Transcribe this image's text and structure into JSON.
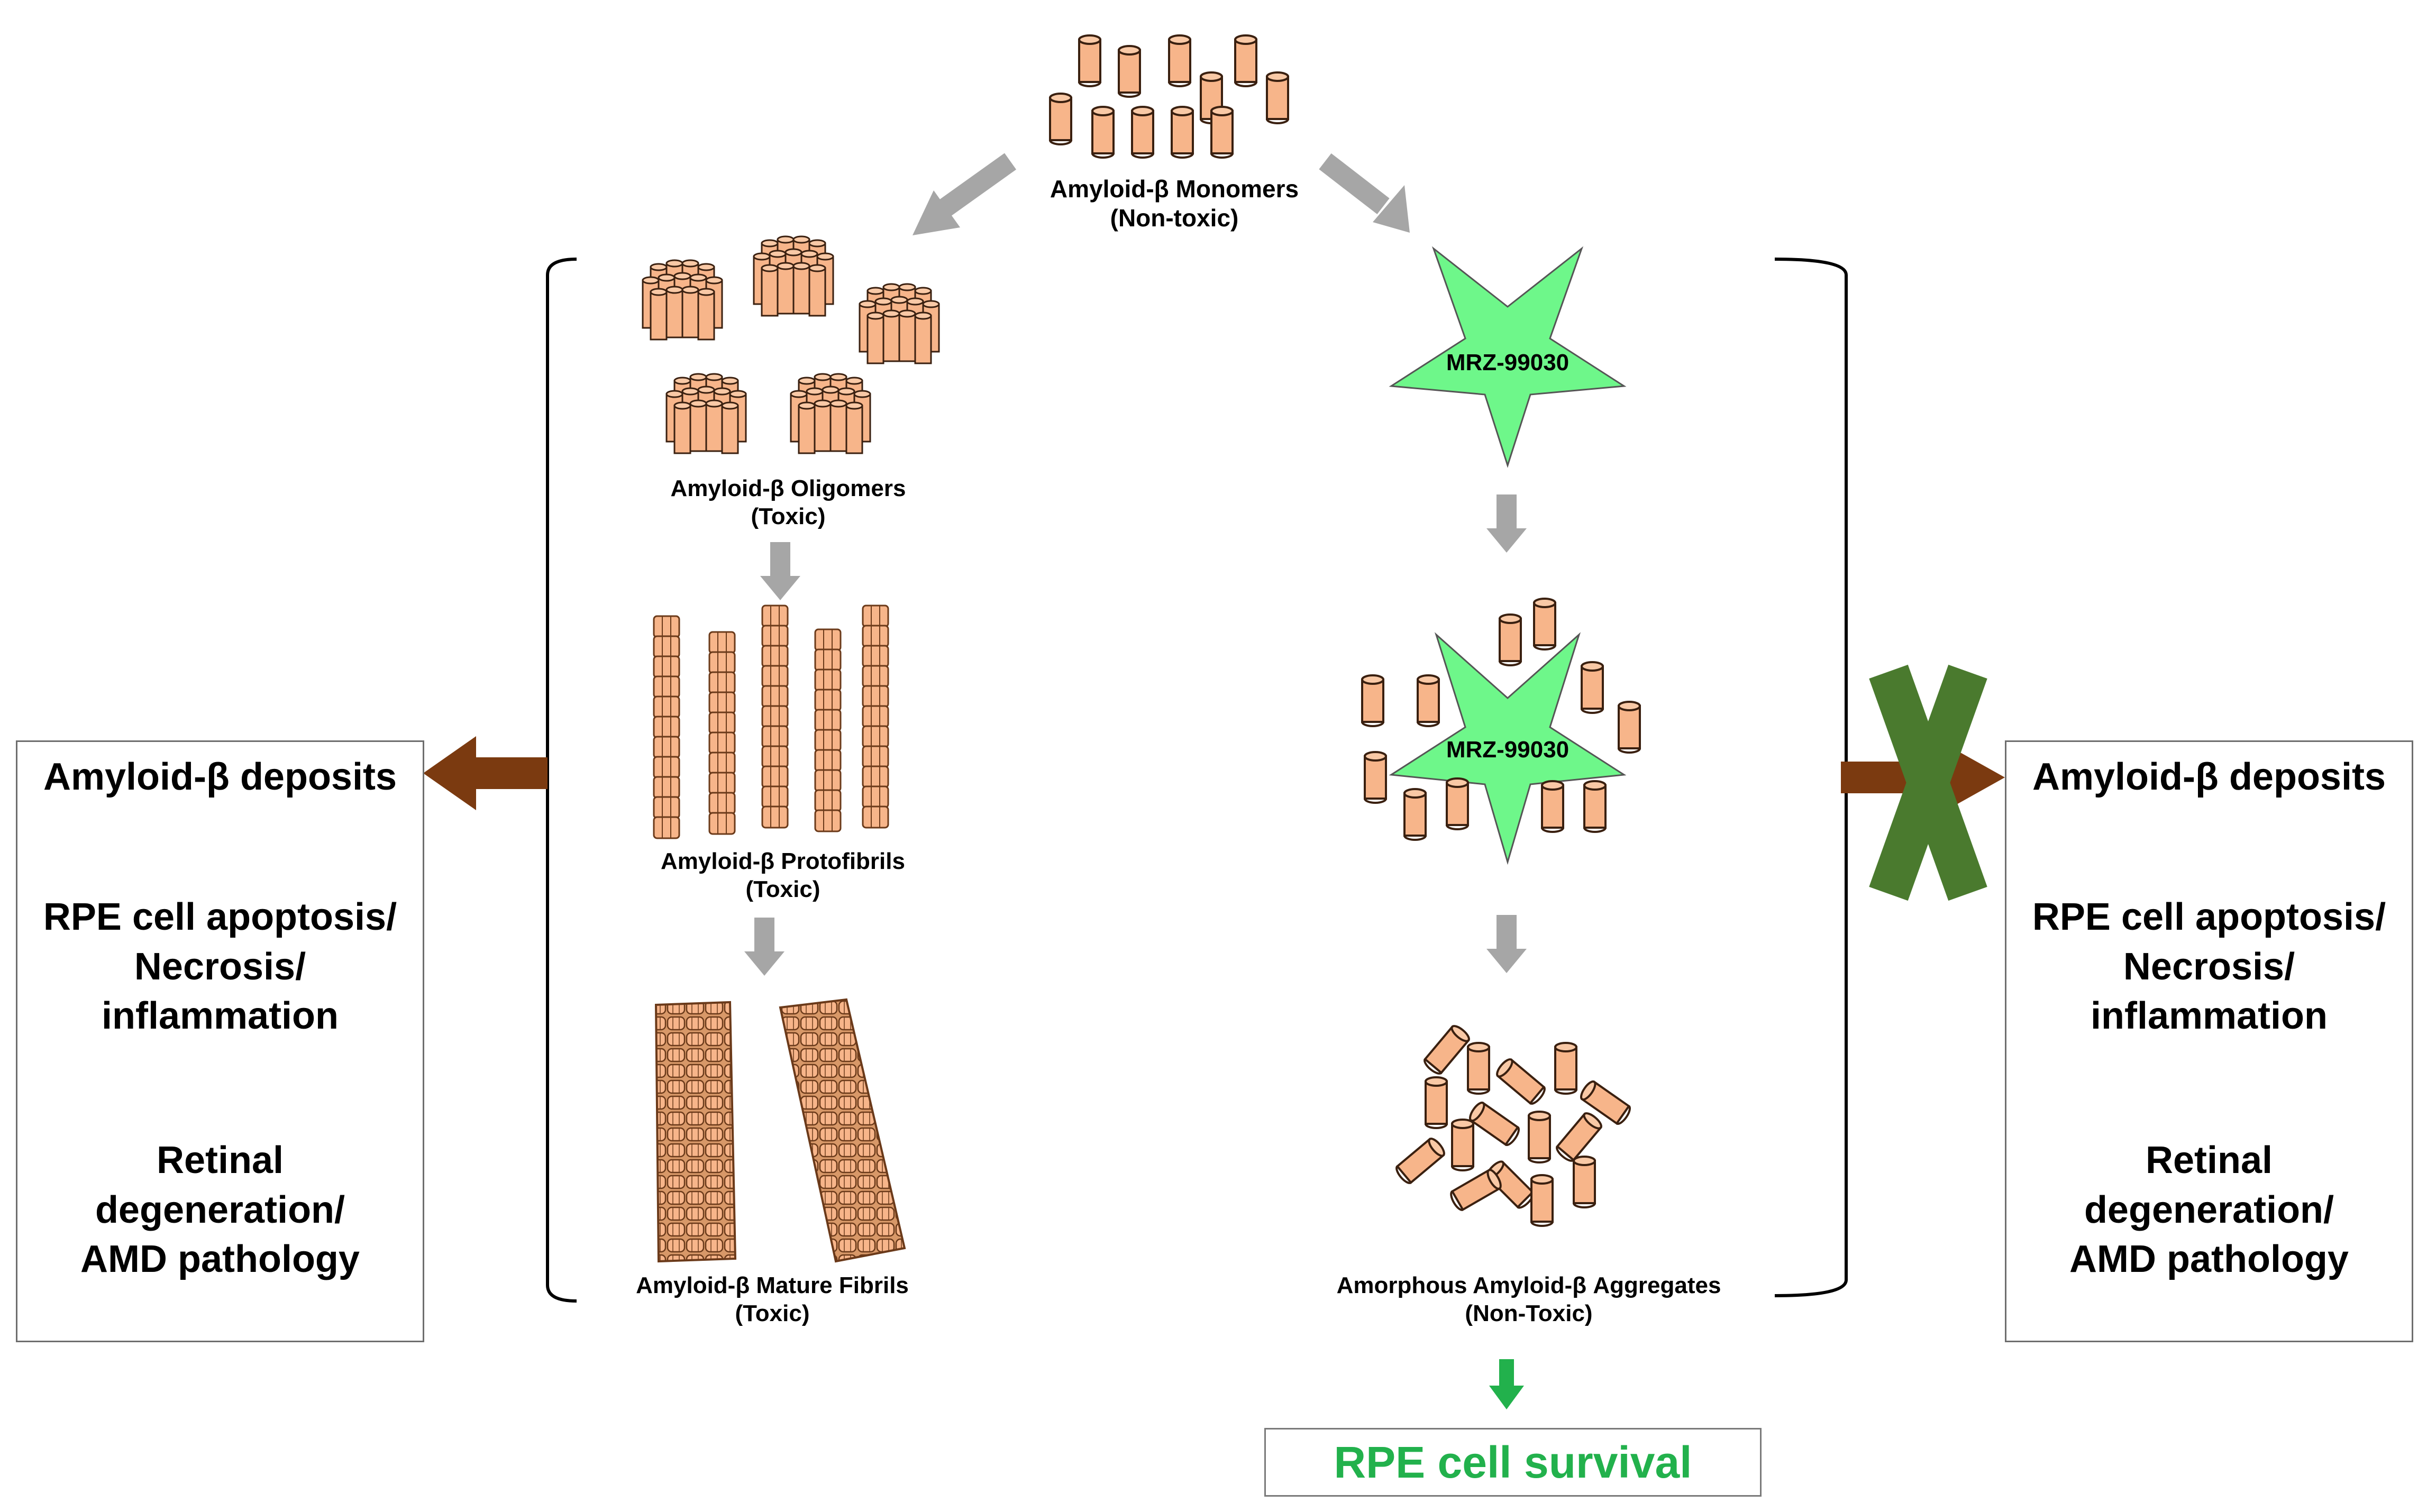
{
  "monomers": {
    "line1": "Amyloid-β Monomers",
    "line2": "(Non-toxic)"
  },
  "oligomers": {
    "line1": "Amyloid-β Oligomers",
    "line2": "(Toxic)"
  },
  "protofibrils": {
    "line1": "Amyloid-β Protofibrils",
    "line2": "(Toxic)"
  },
  "mature_fibrils": {
    "line1": "Amyloid-β Mature Fibrils",
    "line2": "(Toxic)"
  },
  "amorphous": {
    "line1": "Amorphous Amyloid-β Aggregates",
    "line2": "(Non-Toxic)"
  },
  "drug": {
    "name": "MRZ-99030"
  },
  "left_box": {
    "step1": "Amyloid-β deposits",
    "step2_l1": "RPE cell apoptosis/",
    "step2_l2": "Necrosis/",
    "step2_l3": "inflammation",
    "step3_l1": "Retinal",
    "step3_l2": "degeneration/",
    "step3_l3": "AMD pathology"
  },
  "right_box": {
    "step1": "Amyloid-β deposits",
    "step2_l1": "RPE cell apoptosis/",
    "step2_l2": "Necrosis/",
    "step2_l3": "inflammation",
    "step3_l1": "Retinal",
    "step3_l2": "degeneration/",
    "step3_l3": "AMD pathology"
  },
  "outcome": {
    "label": "RPE cell survival"
  },
  "colors": {
    "peptide_fill": "#f7b58a",
    "peptide_stroke": "#3a2010",
    "star_fill": "#6ef78a",
    "arrow_gray": "#a6a6a6",
    "arrow_brown": "#7b3a10",
    "cross_green": "#4a7a2e",
    "survival_green": "#22b14c"
  }
}
